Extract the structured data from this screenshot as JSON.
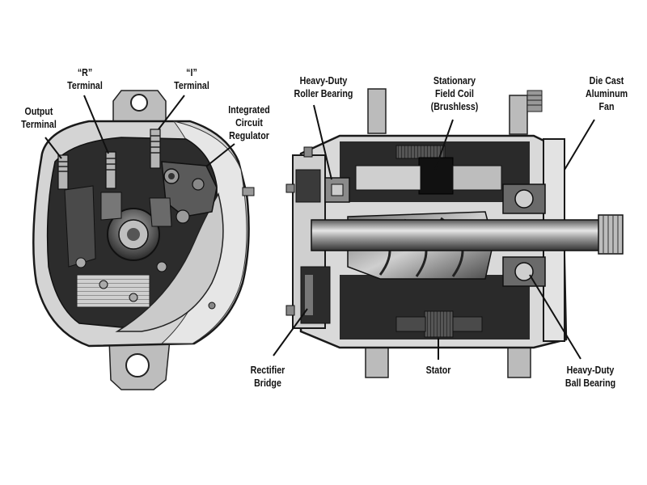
{
  "labels": {
    "output_terminal": [
      "Output",
      "Terminal"
    ],
    "r_terminal": [
      "“R”",
      "Terminal"
    ],
    "i_terminal": [
      "“I”",
      "Terminal"
    ],
    "integrated_circuit_regulator": [
      "Integrated",
      "Circuit",
      "Regulator"
    ],
    "heavy_duty_roller_bearing": [
      "Heavy-Duty",
      "Roller Bearing"
    ],
    "stationary_field_coil": [
      "Stationary",
      "Field Coil",
      "(Brushless)"
    ],
    "die_cast_aluminum_fan": [
      "Die Cast",
      "Aluminum",
      "Fan"
    ],
    "rectifier_bridge": [
      "Rectifier",
      "Bridge"
    ],
    "stator": [
      "Stator"
    ],
    "heavy_duty_ball_bearing": [
      "Heavy-Duty",
      "Ball Bearing"
    ]
  },
  "colors": {
    "ink": "#111111",
    "housing_light": "#d8d8d8",
    "housing_mid": "#9a9a9a",
    "housing_dark": "#3a3a3a",
    "background": "#ffffff"
  }
}
